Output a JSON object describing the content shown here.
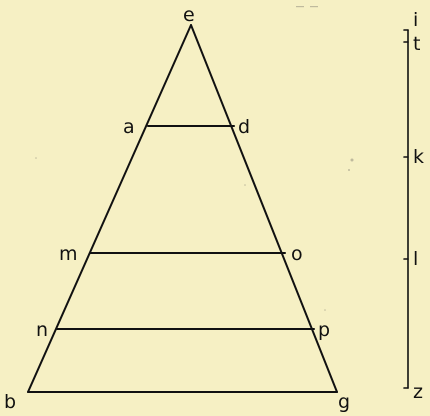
{
  "diagram": {
    "triangle_labels": {
      "apex": "e",
      "bottom_left": "b",
      "bottom_right": "g"
    },
    "cross_sections": [
      {
        "left": "a",
        "right": "d"
      },
      {
        "left": "m",
        "right": "o"
      },
      {
        "left": "n",
        "right": "p"
      }
    ],
    "scale_labels": [
      "i",
      "t",
      "k",
      "l",
      "z"
    ]
  }
}
